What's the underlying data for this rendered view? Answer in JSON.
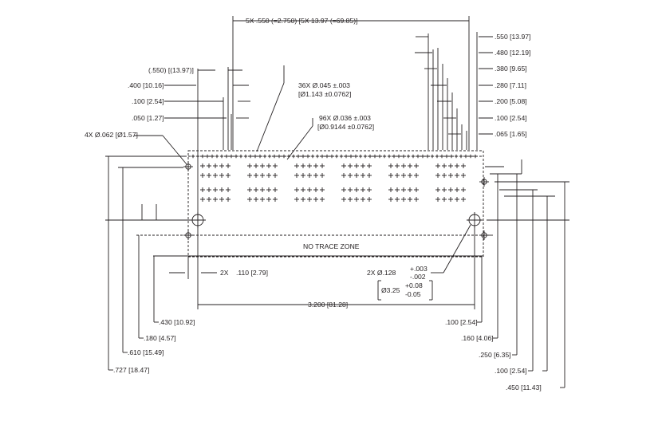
{
  "colors": {
    "ink": "#231f20",
    "paper": "#ffffff"
  },
  "labels": {
    "top_span": "5X .550 (=2.750) [5X 13.97 (=69.85)]",
    "pitch_ref": "(.550) [(13.97)]",
    "l400": ".400 [10.16]",
    "l100": ".100 [2.54]",
    "l050": ".050 [1.27]",
    "hole_36_a": "36X Ø.045 ±.003",
    "hole_36_b": "[Ø1.143 ±0.0762]",
    "hole_96_a": "96X Ø.036 ±.003",
    "hole_96_b": "[Ø0.9144 ±0.0762]",
    "mount_hole": "4X Ø.062 [Ø1.57]",
    "r550": ".550 [13.97]",
    "r480": ".480 [12.19]",
    "r380": ".380 [9.65]",
    "r280": ".280 [7.11]",
    "r200": ".200 [5.08]",
    "r100": ".100 [2.54]",
    "r065": ".065 [1.65]",
    "no_trace": "NO TRACE ZONE",
    "two_x": "2X",
    "d110": ".110 [2.79]",
    "big_hole": "2X Ø.128",
    "tol_plus": "+.003",
    "tol_minus": "-.002",
    "metric_hole": "Ø3.25",
    "mtol_plus": "+0.08",
    "mtol_minus": "-0.05",
    "width": "3.200 [81.28]",
    "b430": ".430 [10.92]",
    "b180": ".180 [4.57]",
    "b610": ".610 [15.49]",
    "b727": ".727 [18.47]",
    "br100a": ".100 [2.54]",
    "br160": ".160 [4.06]",
    "br250": ".250 [6.35]",
    "br100b": ".100 [2.54]",
    "br450": ".450 [11.43]"
  }
}
